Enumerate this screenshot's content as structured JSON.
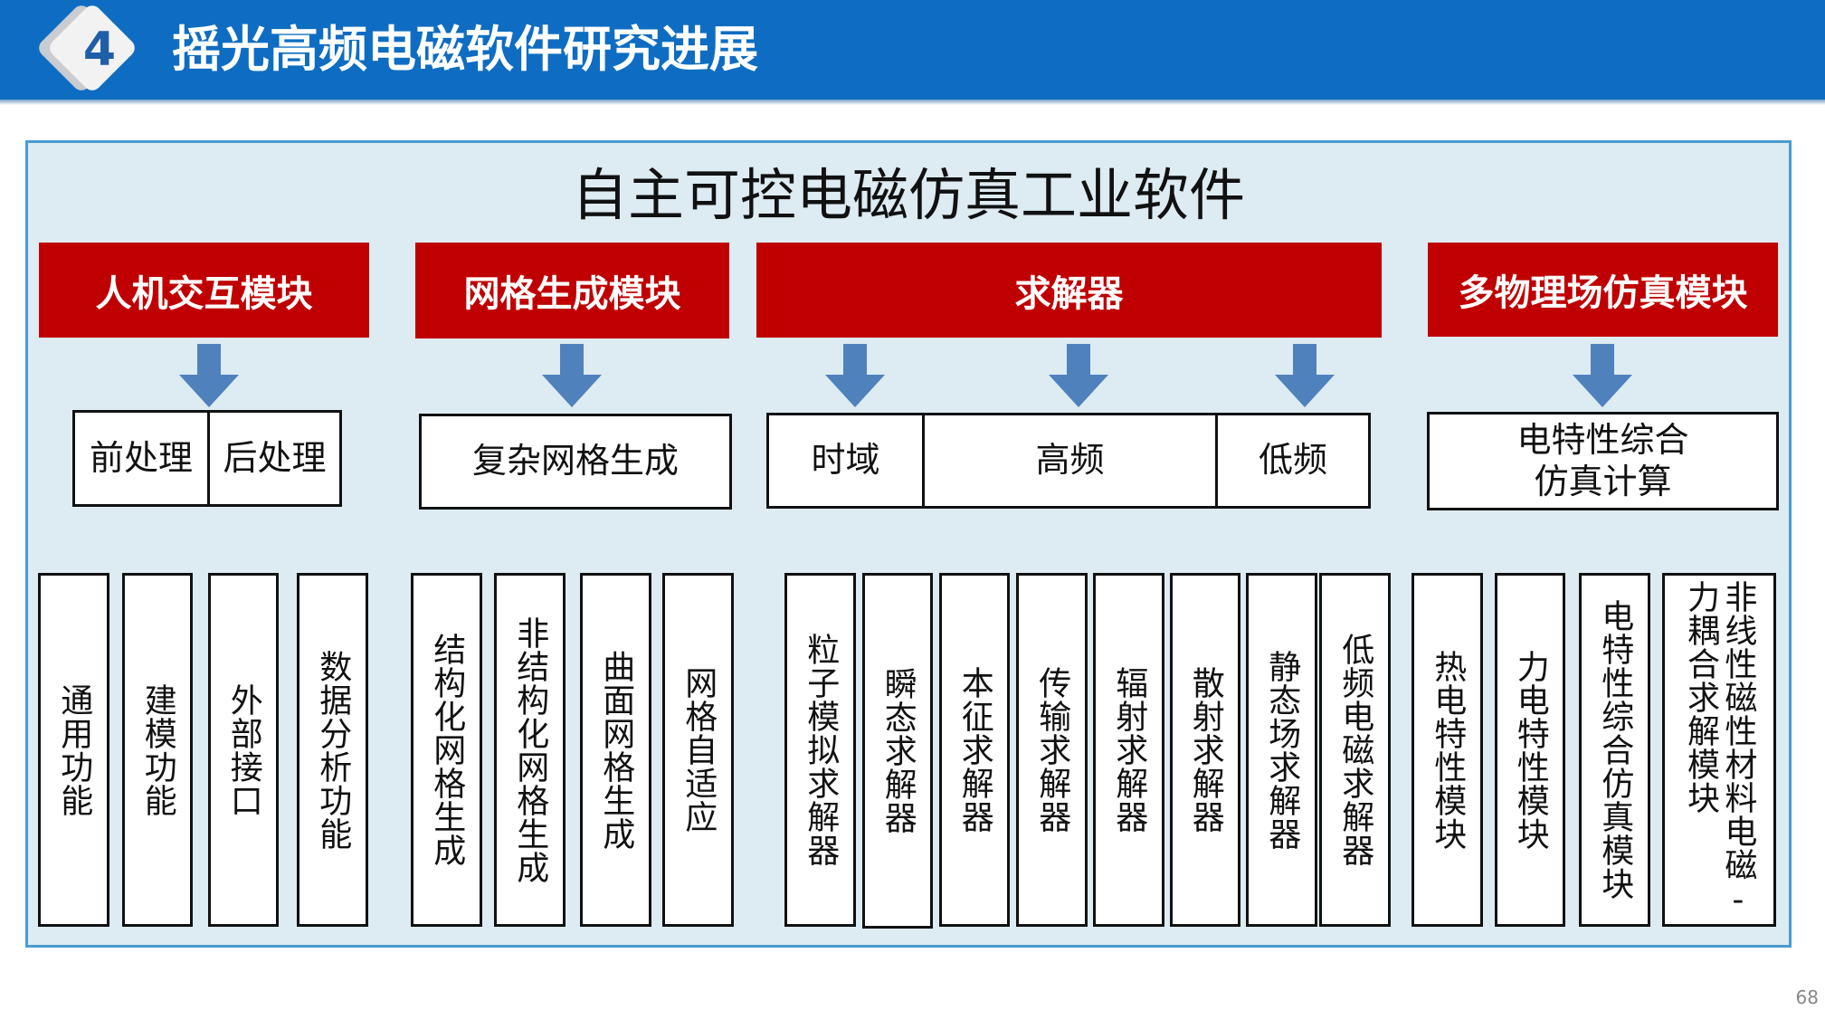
{
  "header": {
    "badge_number": "4",
    "title": "摇光高频电磁软件研究进展"
  },
  "main_title": "自主可控电磁仿真工业软件",
  "modules": [
    {
      "label": "人机交互模块"
    },
    {
      "label": "网格生成模块"
    },
    {
      "label": "求解器"
    },
    {
      "label": "多物理场仿真模块"
    }
  ],
  "subs": {
    "pre": "前处理",
    "post": "后处理",
    "mesh": "复杂网格生成",
    "time": "时域",
    "high": "高频",
    "low": "低频",
    "multi_line1": "电特性综合",
    "multi_line2": "仿真计算"
  },
  "leaves": [
    "通用功能",
    "建模功能",
    "外部接口",
    "数据分析功能",
    "结构化网格生成",
    "非结构化网格生成",
    "曲面网格生成",
    "网格自适应",
    "粒子模拟求解器",
    "瞬态求解器",
    "本征求解器",
    "传输求解器",
    "辐射求解器",
    "散射求解器",
    "静态场求解器",
    "低频电磁求解器",
    "热电特性模块",
    "力电特性模块",
    "电特性综合仿真模块",
    "非线性磁性材料电磁-\n力耦合求解模块"
  ],
  "page_number": "68",
  "colors": {
    "header_blue": "#0E6DC2",
    "module_red": "#C00000",
    "panel_bg": "#DDEBF2",
    "arrow_blue": "#4F81BD"
  }
}
